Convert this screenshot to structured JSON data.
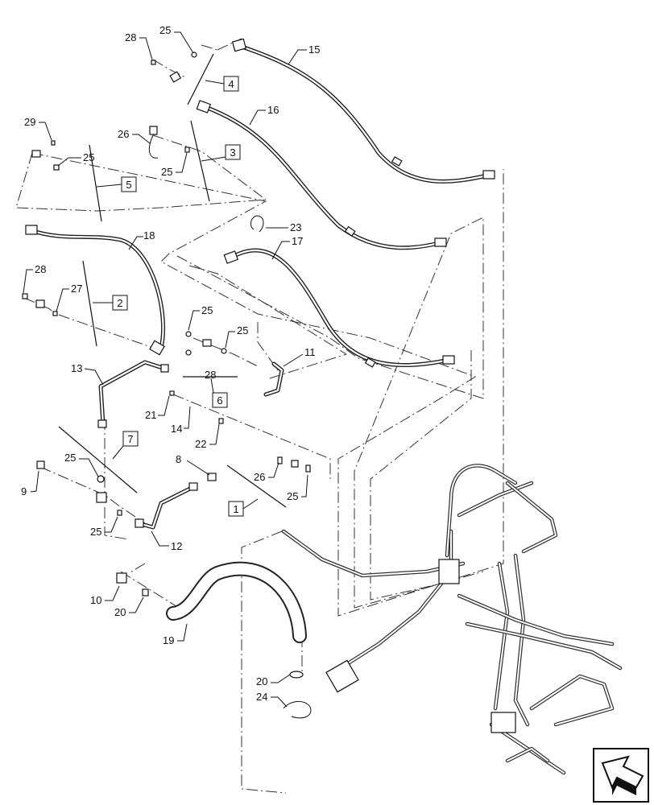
{
  "callouts": {
    "c1": "1",
    "c2": "2",
    "c3": "3",
    "c4": "4",
    "c5": "5",
    "c6": "6",
    "c7": "7",
    "c8": "8",
    "c9": "9",
    "c10": "10",
    "c11": "11",
    "c12": "12",
    "c13": "13",
    "c14": "14",
    "c15": "15",
    "c16": "16",
    "c17": "17",
    "c18": "18",
    "c19": "19",
    "c20": "20",
    "c21": "21",
    "c22": "22",
    "c23": "23",
    "c24": "24",
    "c25": "25",
    "c26": "26",
    "c27": "27",
    "c28": "28",
    "c29": "29"
  },
  "nav_icon": "arrow-direction-icon"
}
